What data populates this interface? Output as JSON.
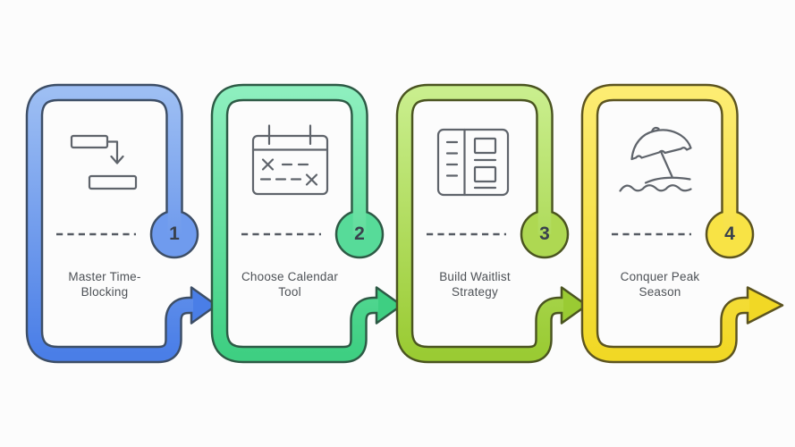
{
  "steps": [
    {
      "number": "1",
      "label": "Master Time-\nBlocking",
      "icon": "time-blocking-icon",
      "colors": {
        "light": "#9dbef3",
        "mid": "#6f9bee",
        "deep": "#4a7ee7",
        "outline": "#3d4e66"
      }
    },
    {
      "number": "2",
      "label": "Choose Calendar\nTool",
      "icon": "calendar-icon",
      "colors": {
        "light": "#8defbe",
        "mid": "#57db99",
        "deep": "#3ecf82",
        "outline": "#2d5a45"
      }
    },
    {
      "number": "3",
      "label": "Build Waitlist\nStrategy",
      "icon": "waitlist-notebook-icon",
      "colors": {
        "light": "#c9ee8d",
        "mid": "#aed852",
        "deep": "#9acb33",
        "outline": "#4a5420"
      }
    },
    {
      "number": "4",
      "label": "Conquer Peak\nSeason",
      "icon": "beach-umbrella-icon",
      "colors": {
        "light": "#fdec72",
        "mid": "#f8e345",
        "deep": "#f1d825",
        "outline": "#5c5420"
      }
    }
  ],
  "icon_stroke": "#5f646b",
  "dash_color": "#565b63",
  "text_color": "#4d5156",
  "number_color": "#39414d",
  "background": "#fcfcfc"
}
